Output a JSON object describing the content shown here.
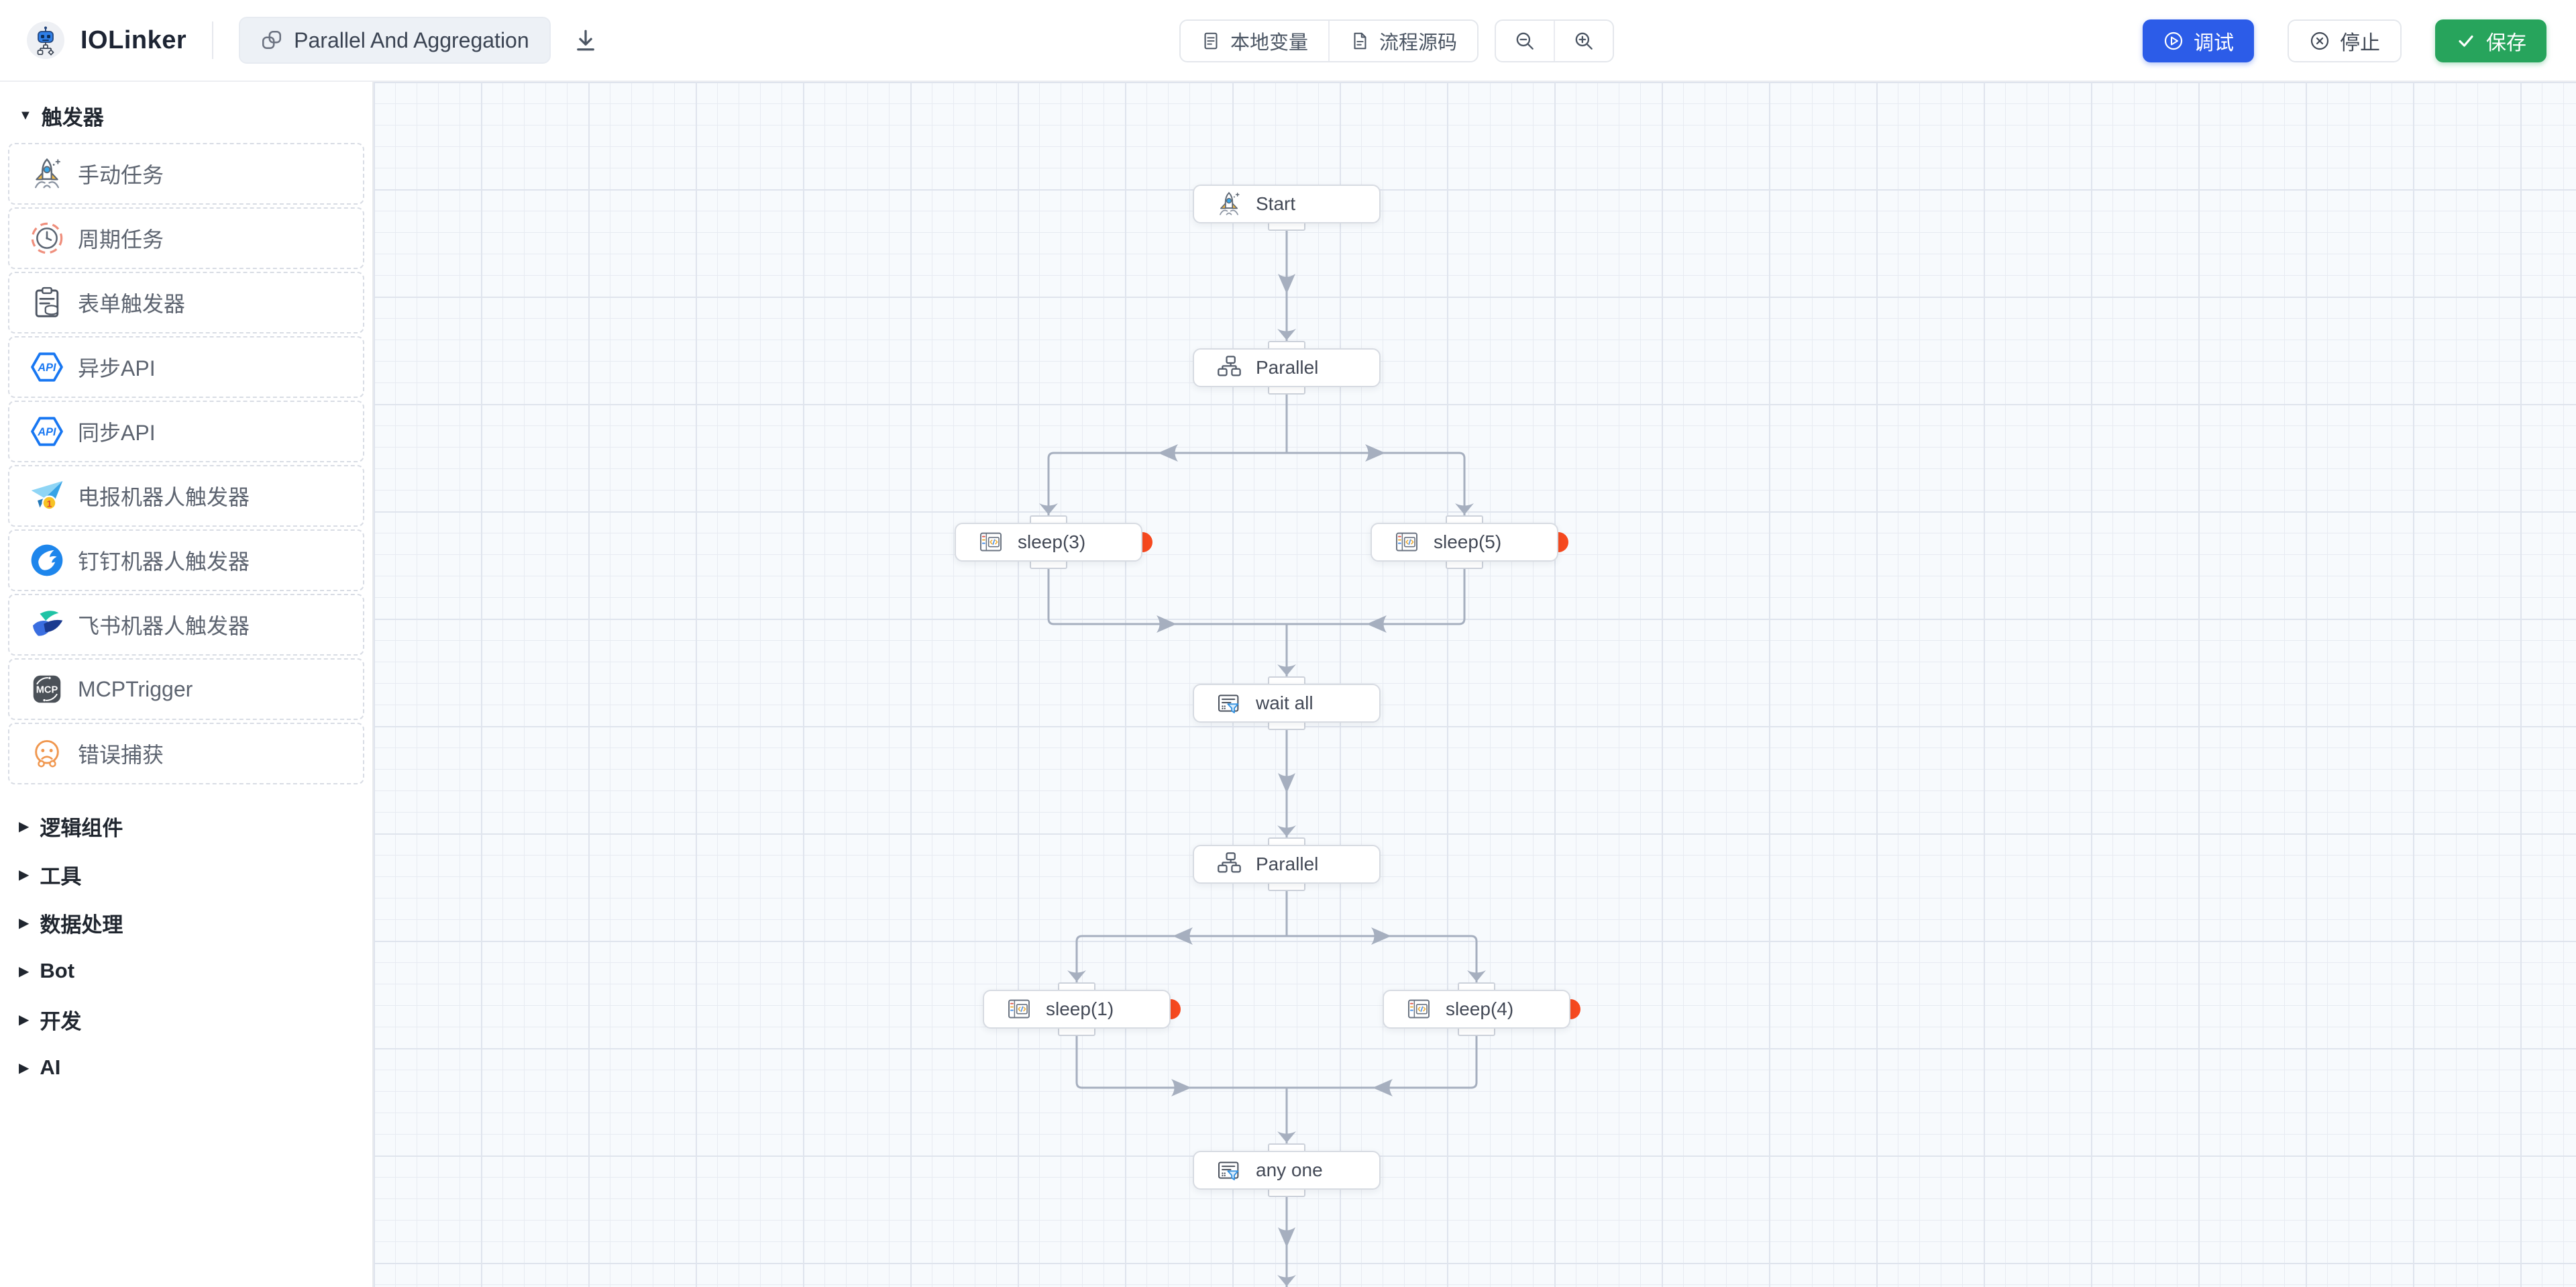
{
  "header": {
    "brand": "IOLinker",
    "workflow_name": "Parallel And Aggregation",
    "local_vars_label": "本地变量",
    "source_label": "流程源码",
    "debug_label": "调试",
    "stop_label": "停止",
    "save_label": "保存"
  },
  "sidebar": {
    "trigger_section_label": "触发器",
    "items": [
      {
        "label": "手动任务",
        "icon": "rocket-icon"
      },
      {
        "label": "周期任务",
        "icon": "clock-icon"
      },
      {
        "label": "表单触发器",
        "icon": "form-icon"
      },
      {
        "label": "异步API",
        "icon": "api-hexagon-icon"
      },
      {
        "label": "同步API",
        "icon": "api-hexagon-icon"
      },
      {
        "label": "电报机器人触发器",
        "icon": "telegram-icon"
      },
      {
        "label": "钉钉机器人触发器",
        "icon": "dingtalk-icon"
      },
      {
        "label": "飞书机器人触发器",
        "icon": "feishu-icon"
      },
      {
        "label": "MCPTrigger",
        "icon": "mcp-icon"
      },
      {
        "label": "错误捕获",
        "icon": "error-face-icon"
      }
    ],
    "collapsed_sections": [
      {
        "label": "逻辑组件"
      },
      {
        "label": "工具"
      },
      {
        "label": "数据处理"
      },
      {
        "label": "Bot"
      },
      {
        "label": "开发"
      },
      {
        "label": "AI"
      }
    ]
  },
  "canvas": {
    "nodes": [
      {
        "id": "start",
        "label": "Start"
      },
      {
        "id": "parallel-top",
        "label": "Parallel"
      },
      {
        "id": "sleep-3",
        "label": "sleep(3)"
      },
      {
        "id": "sleep-5",
        "label": "sleep(5)"
      },
      {
        "id": "wait-all",
        "label": "wait all"
      },
      {
        "id": "parallel-bottom",
        "label": "Parallel"
      },
      {
        "id": "sleep-1",
        "label": "sleep(1)"
      },
      {
        "id": "sleep-4",
        "label": "sleep(4)"
      },
      {
        "id": "any-one",
        "label": "any one"
      }
    ]
  },
  "colors": {
    "debug_blue": "#2c5ce8",
    "save_green": "#27a45c",
    "badge_orange": "#f6491f",
    "edge_gray": "#a6afbf",
    "api_blue": "#1877f2"
  }
}
